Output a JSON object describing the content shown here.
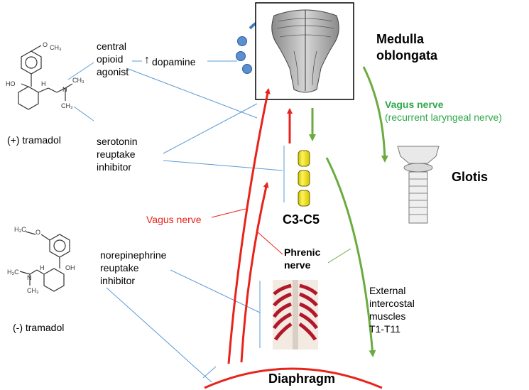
{
  "labels": {
    "plus_tramadol": "(+) tramadol",
    "minus_tramadol": "(-) tramadol",
    "central_opioid_agonist": "central\nopioid\nagonist",
    "dopamine_arrow": "↑",
    "dopamine": "dopamine",
    "serotonin": "serotonin\nreuptake\ninhibitor",
    "norepinephrine": "norepinephrine\nreuptake\ninhibitor",
    "medulla": "Medulla\noblongata",
    "vagus_recurrent_title": "Vagus nerve",
    "vagus_recurrent_sub": "(recurrent laryngeal nerve)",
    "glotis": "Glotis",
    "vagus_red": "Vagus nerve",
    "c3c5": "C3-C5",
    "phrenic": "Phrenic\nnerve",
    "intercostal": "External\nintercostal\nmuscles\nT1-T11",
    "diaphragm": "Diaphragm"
  },
  "molecule_atoms": {
    "plus": {
      "oxygen": "O",
      "methyl": "CH₃",
      "ho": "HO",
      "h": "H",
      "n": "N",
      "ch3_a": "CH₃",
      "ch3_b": "CH₃"
    },
    "minus": {
      "h3c_o": "H₃C",
      "o": "O",
      "h3c_n": "H₃C",
      "n": "N",
      "ch3": "CH₃",
      "h": "H",
      "oh": "OH"
    }
  },
  "colors": {
    "red": "#e8231b",
    "green": "#6aab3f",
    "blue_line": "#5b9bd5",
    "vesicle": "#5b8fcf",
    "cylinder": "#f4ea1a"
  }
}
